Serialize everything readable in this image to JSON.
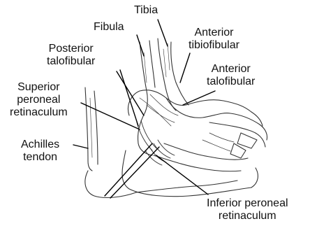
{
  "labels": {
    "tibia": "Tibia",
    "fibula": "Fibula",
    "anterior_tibiofibular": [
      "Anterior",
      "tibiofibular"
    ],
    "posterior_talofibular": [
      "Posterior",
      "talofibular"
    ],
    "anterior_talofibular": [
      "Anterior",
      "talofibular"
    ],
    "superior_peroneal_retinaculum": [
      "Superior",
      "peroneal",
      "retinaculum"
    ],
    "achilles_tendon": [
      "Achilles",
      "tendon"
    ],
    "inferior_peroneal_retinaculum": [
      "Inferior peroneal",
      "retinaculum"
    ]
  },
  "colors": {
    "ink": "#222222",
    "line": "#000000",
    "background": "#ffffff"
  }
}
